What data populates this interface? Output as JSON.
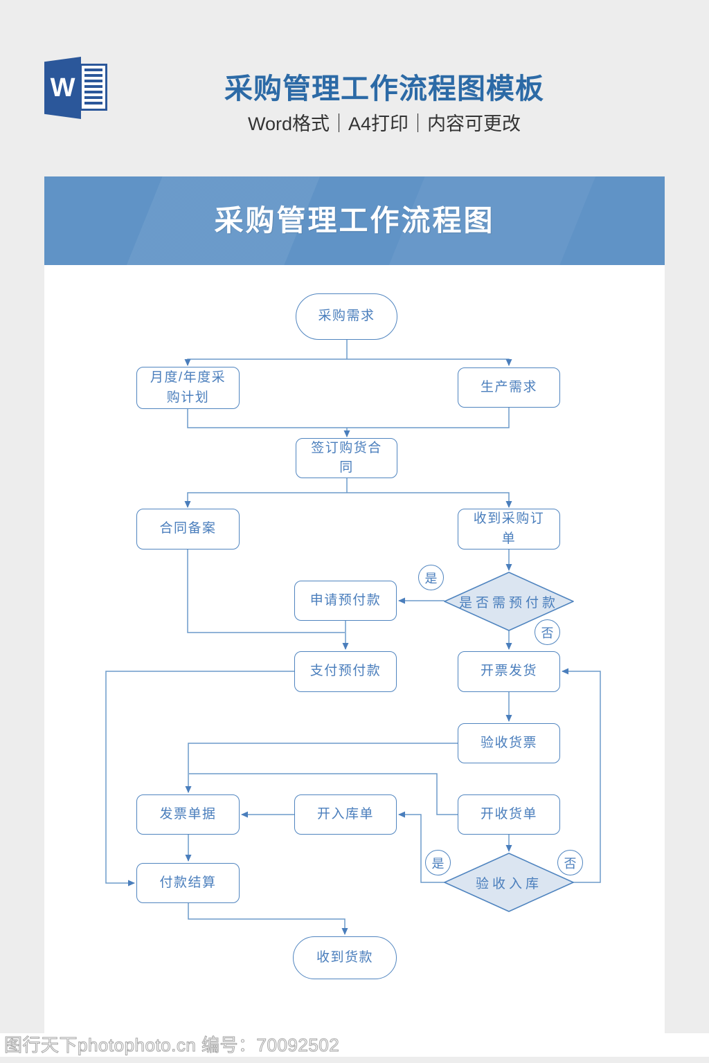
{
  "header": {
    "word_icon_letter": "W",
    "title": "采购管理工作流程图模板",
    "subtitle": "Word格式｜A4打印｜内容可更改"
  },
  "banner": {
    "title": "采购管理工作流程图"
  },
  "flowchart": {
    "branch_labels": {
      "yes": "是",
      "no": "否"
    },
    "nodes": [
      {
        "id": "purchase-demand",
        "type": "stadium",
        "label": "采购需求"
      },
      {
        "id": "monthly-annual-plan",
        "type": "process",
        "label": "月度/年度采购计划"
      },
      {
        "id": "production-demand",
        "type": "process",
        "label": "生产需求"
      },
      {
        "id": "sign-purchase-contract",
        "type": "process",
        "label": "签订购货合同"
      },
      {
        "id": "contract-filing",
        "type": "process",
        "label": "合同备案"
      },
      {
        "id": "receive-purchase-order",
        "type": "process",
        "label": "收到采购订单"
      },
      {
        "id": "need-prepayment",
        "type": "decision",
        "label": "是否需预付款"
      },
      {
        "id": "apply-prepayment",
        "type": "process",
        "label": "申请预付款"
      },
      {
        "id": "pay-prepayment",
        "type": "process",
        "label": "支付预付款"
      },
      {
        "id": "invoice-and-ship",
        "type": "process",
        "label": "开票发货"
      },
      {
        "id": "check-goods-invoice",
        "type": "process",
        "label": "验收货票"
      },
      {
        "id": "invoice-documents",
        "type": "process",
        "label": "发票单据"
      },
      {
        "id": "warehouse-entry-form",
        "type": "process",
        "label": "开入库单"
      },
      {
        "id": "goods-receipt-form",
        "type": "process",
        "label": "开收货单"
      },
      {
        "id": "inspect-and-store",
        "type": "decision",
        "label": "验收入库"
      },
      {
        "id": "payment-settlement",
        "type": "process",
        "label": "付款结算"
      },
      {
        "id": "receive-payment",
        "type": "stadium",
        "label": "收到货款"
      }
    ]
  },
  "footer": {
    "watermark": "图行天下photophoto.cn 编号：70092502"
  },
  "colors": {
    "page_bg": "#ededed",
    "accent_blue": "#2c6aa6",
    "banner_blue": "#6093c6",
    "node_border": "#4f84bf",
    "node_text": "#4a7ebc",
    "connector": "#6b9aca",
    "diamond_fill": "#dbe5f1",
    "word_icon_blue": "#2b579a"
  }
}
